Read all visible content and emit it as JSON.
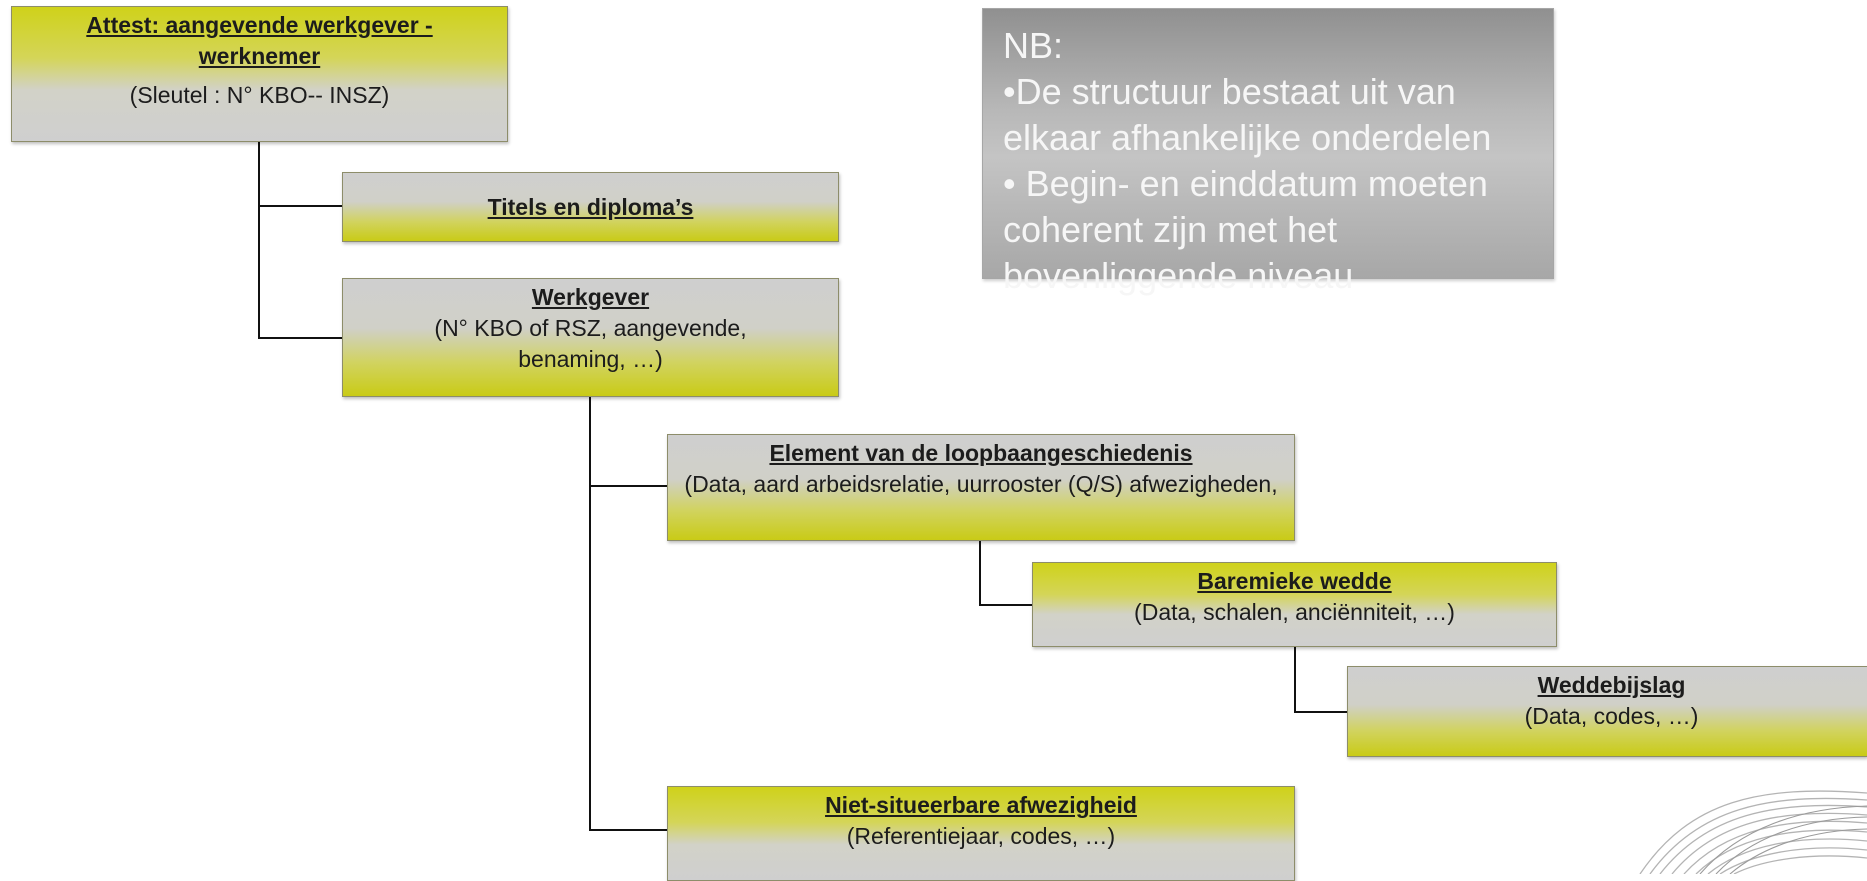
{
  "diagram": {
    "nodes": {
      "attest": {
        "title": "Attest: aangevende werkgever - werknemer",
        "description": "(Sleutel : N° KBO-- INSZ)"
      },
      "titels": {
        "title": "Titels en diploma’s"
      },
      "werkgever": {
        "title": "Werkgever",
        "description": "(N° KBO of RSZ, aangevende, benaming, …)"
      },
      "element": {
        "title": "Element van de loopbaangeschiedenis",
        "description": "(Data, aard arbeidsrelatie, uurrooster (Q/S) afwezigheden,"
      },
      "baremieke": {
        "title": "Baremieke wedde",
        "description": "(Data, schalen, anciënniteit, …)"
      },
      "weddebijslag": {
        "title": "Weddebijslag",
        "description": "(Data, codes, …)"
      },
      "niet_situeerbaar": {
        "title": "Niet-situeerbare afwezigheid",
        "description": "(Referentiejaar, codes, …)"
      }
    },
    "hierarchy": [
      {
        "parent": "attest",
        "child": "titels"
      },
      {
        "parent": "attest",
        "child": "werkgever"
      },
      {
        "parent": "werkgever",
        "child": "element"
      },
      {
        "parent": "werkgever",
        "child": "niet_situeerbaar"
      },
      {
        "parent": "element",
        "child": "baremieke"
      },
      {
        "parent": "baremieke",
        "child": "weddebijslag"
      }
    ]
  },
  "note": {
    "heading": "NB:",
    "bullets": [
      "•De structuur bestaat uit van elkaar afhankelijke onderdelen",
      "• Begin- en einddatum moeten coherent zijn met het bovenliggende niveau"
    ]
  },
  "colors": {
    "accent_yellow": "#cacc17",
    "box_gray": "#cfcfcf",
    "border": "#8d8d6a",
    "note_gray": "#b5b5b5",
    "note_text": "#f6f6f6",
    "connector": "#111111"
  }
}
